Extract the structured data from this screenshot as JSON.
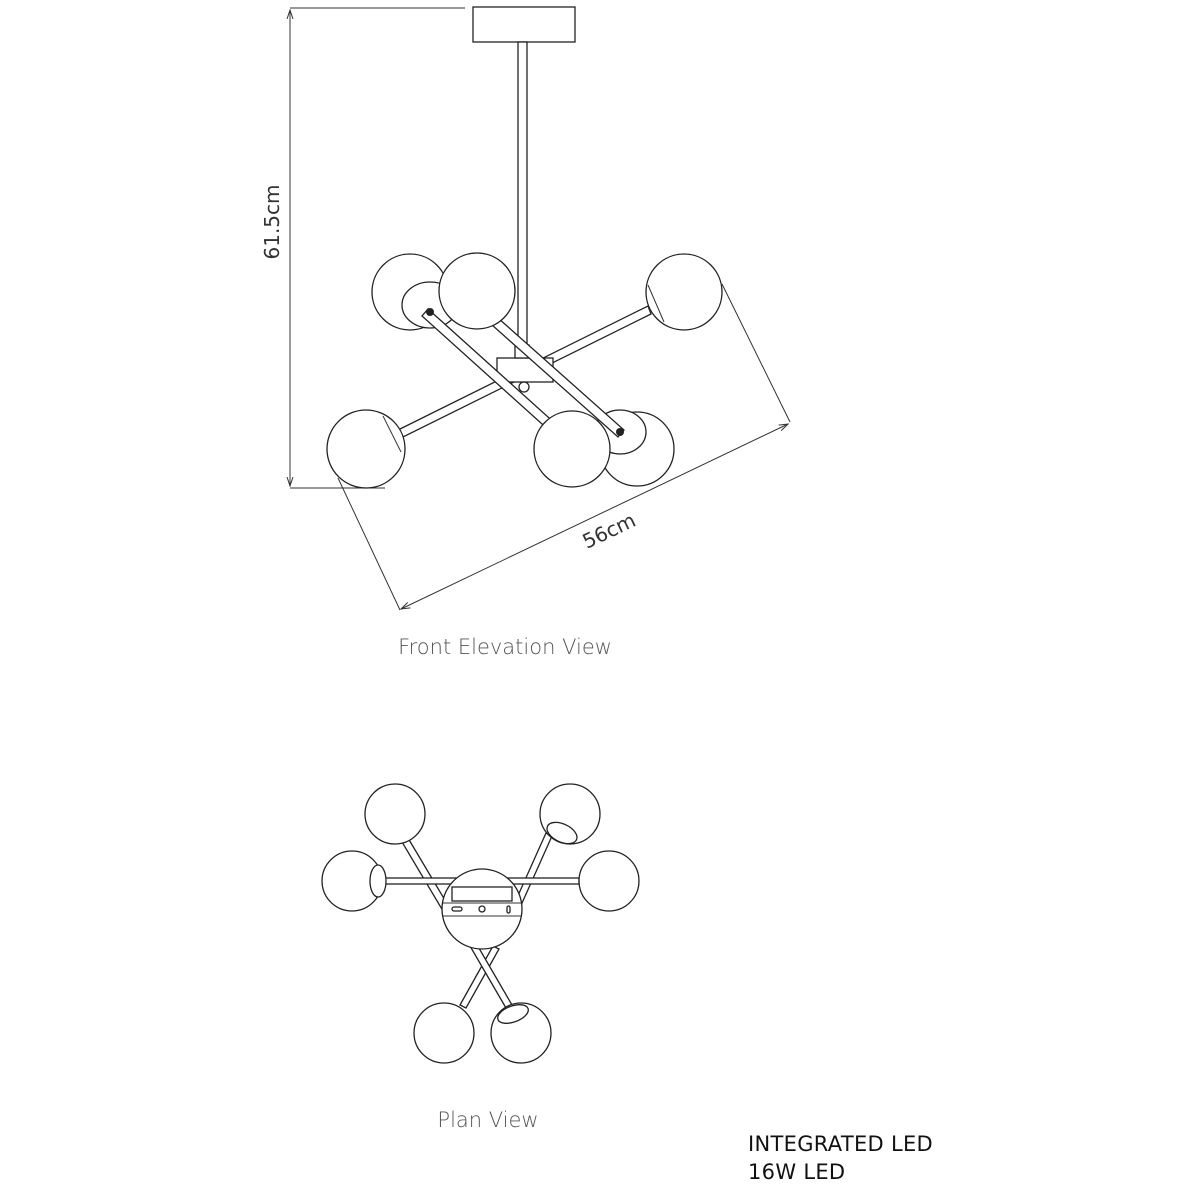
{
  "front_view": {
    "title": "Front Elevation View",
    "height_dimension": "61.5cm",
    "width_dimension": "56cm"
  },
  "plan_view": {
    "title": "Plan View"
  },
  "specs": {
    "line1": "INTEGRATED LED",
    "line2": "16W LED"
  }
}
